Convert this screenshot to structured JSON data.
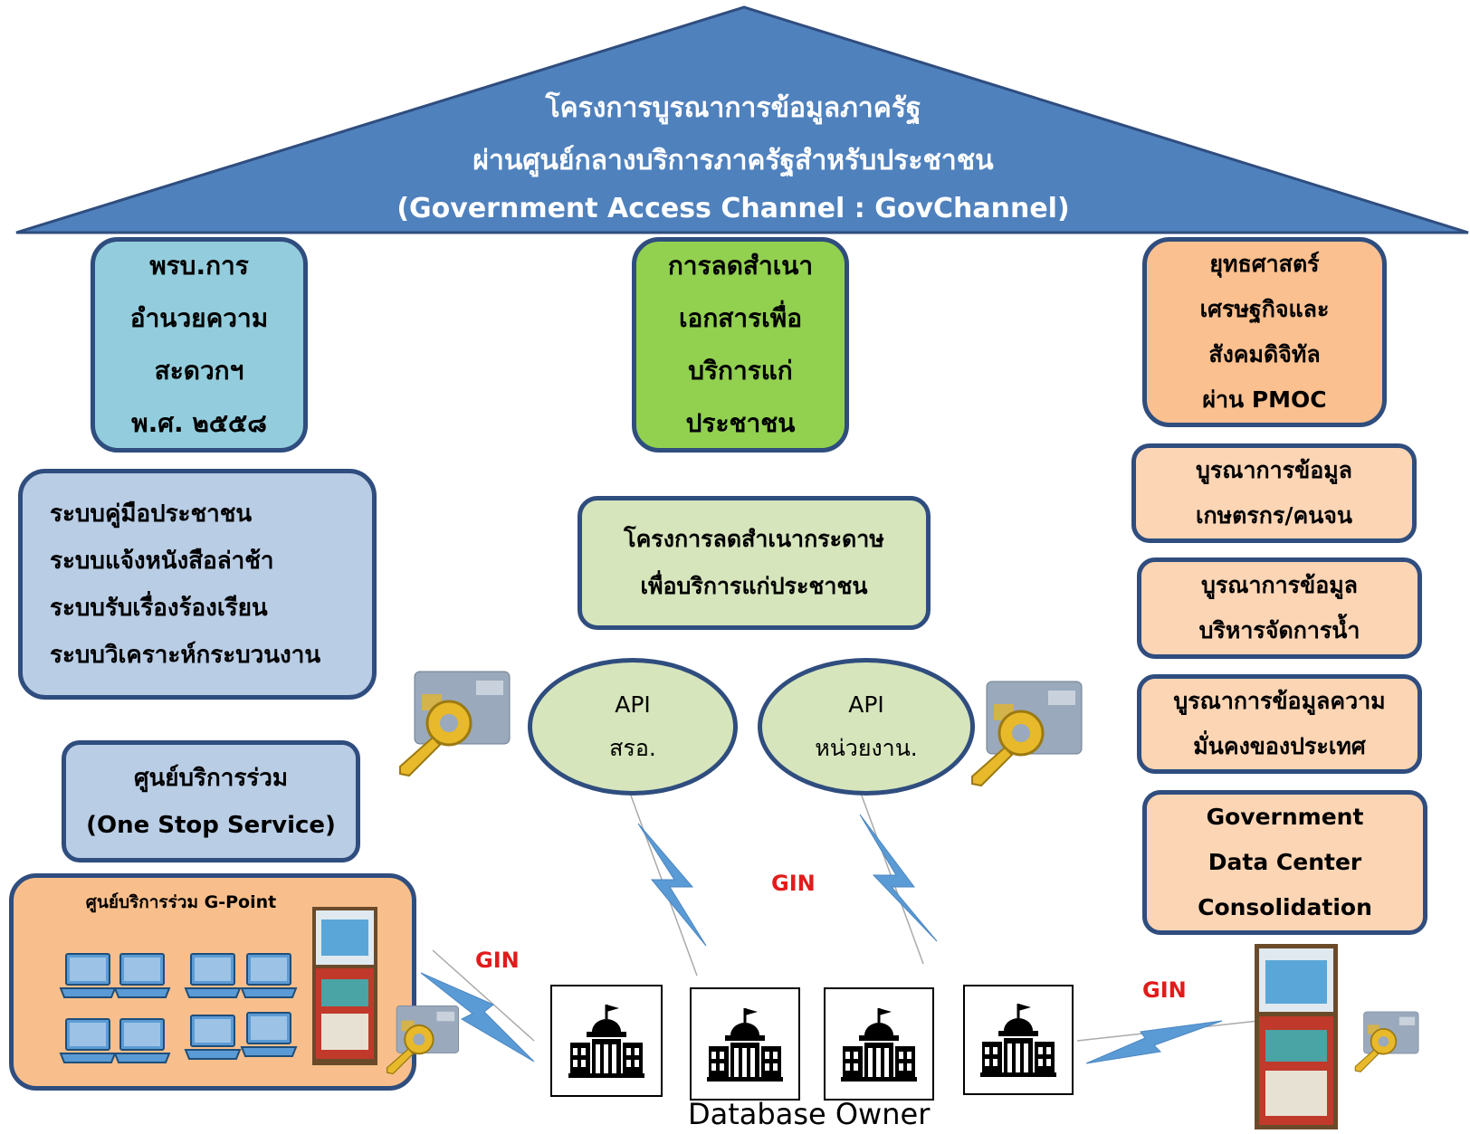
{
  "roof": {
    "line1": "โครงการบูรณาการข้อมูลภาครัฐ",
    "line2": "ผ่านศูนย์กลางบริการภาครัฐสำหรับประชาชน",
    "line3": "(Government Access Channel : GovChannel)"
  },
  "pillars": {
    "left": [
      "พรบ.การ",
      "อำนวยความ",
      "สะดวกฯ",
      "พ.ศ. ๒๕๕๘"
    ],
    "center": [
      "การลดสำเนา",
      "เอกสารเพื่อ",
      "บริการแก่",
      "ประชาชน"
    ],
    "right": [
      "ยุทธศาสตร์",
      "เศรษฐกิจและ",
      "สังคมดิจิทัล",
      "ผ่าน PMOC"
    ]
  },
  "systems_box": [
    "ระบบคู่มือประชาชน",
    "ระบบแจ้งหนังสือล่าช้า",
    "ระบบรับเรื่องร้องเรียน",
    "ระบบวิเคราะห์กระบวนงาน"
  ],
  "one_stop": [
    "ศูนย์บริการร่วม",
    "(One Stop Service)"
  ],
  "gpoint": {
    "title": "ศูนย์บริการร่วม G-Point"
  },
  "paper_project": [
    "โครงการลดสำเนากระดาษ",
    "เพื่อบริการแก่ประชาชน"
  ],
  "api_left": [
    "API",
    "สรอ."
  ],
  "api_right": [
    "API",
    "หน่วยงาน."
  ],
  "right_items": [
    [
      "บูรณาการข้อมูล",
      "เกษตรกร/คนจน"
    ],
    [
      "บูรณาการข้อมูล",
      "บริหารจัดการน้ำ"
    ],
    [
      "บูรณาการข้อมูลความ",
      "มั่นคงของประเทศ"
    ],
    [
      "Government",
      "Data Center",
      "Consolidation"
    ]
  ],
  "gin_labels": [
    "GIN",
    "GIN",
    "GIN"
  ],
  "database_owner": "Database Owner",
  "icons": [
    "building-icon",
    "laptop-icon",
    "smart-card-key-icon",
    "kiosk-icon",
    "lightning-icon"
  ],
  "colors": {
    "roof": "#4f81bd",
    "border": "#2f4d7e",
    "pillar_left": "#93cddd",
    "pillar_center": "#92d050",
    "pillar_right": "#fac090",
    "systems": "#b9cde5",
    "paper": "#d6e5bc",
    "right_items": "#fcd5b5",
    "gpoint": "#f8bf8c",
    "gin": "#e21b1b"
  }
}
